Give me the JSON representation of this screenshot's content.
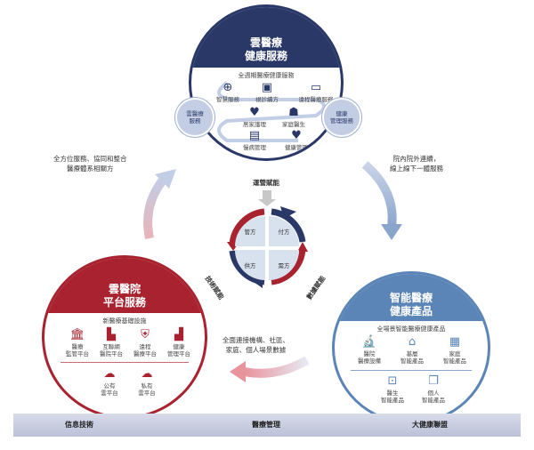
{
  "top": {
    "title": [
      "雲醫療",
      "健康服務"
    ],
    "subtitle": "全週期醫療健康服務",
    "items": [
      {
        "label": "智慧服務",
        "icon": "medical-cross-icon"
      },
      {
        "label": "視診續方",
        "icon": "prescription-icon"
      },
      {
        "label": "遠程醫療服務",
        "icon": "monitor-icon"
      },
      {
        "label": "居家護理",
        "icon": "care-hands-icon"
      },
      {
        "label": "家庭醫生",
        "icon": "doctor-icon"
      },
      {
        "label": "慢病管理",
        "icon": "clipboard-icon"
      },
      {
        "label": "健康管理",
        "icon": "heart-icon"
      }
    ],
    "left_badge": [
      "雲醫療",
      "服務"
    ],
    "right_badge": [
      "健康",
      "管理服務"
    ],
    "color": "#2a3868"
  },
  "left": {
    "title": [
      "雲醫院",
      "平台服務"
    ],
    "subtitle": "新醫療基礎設施",
    "items": [
      {
        "label": [
          "醫療",
          "監管平台"
        ],
        "icon": "bank-icon"
      },
      {
        "label": [
          "互聯網",
          "醫院平台"
        ],
        "icon": "building-icon"
      },
      {
        "label": [
          "遠程",
          "醫療平台"
        ],
        "icon": "shield-cross-icon"
      },
      {
        "label": [
          "健康",
          "管理平台"
        ],
        "icon": "bar-chart-icon"
      },
      {
        "label": [
          "公有",
          "雲平台"
        ],
        "icon": "cloud-icon"
      },
      {
        "label": [
          "私有",
          "雲平台"
        ],
        "icon": "lock-cloud-icon"
      }
    ],
    "color": "#a8232f"
  },
  "right": {
    "title": [
      "智能醫療",
      "健康產品"
    ],
    "subtitle": "全場景智能醫療健康產品",
    "items": [
      {
        "label": [
          "醫院",
          "醫療設備"
        ],
        "icon": "microscope-icon"
      },
      {
        "label": [
          "基層",
          "智能產品"
        ],
        "icon": "house-icon"
      },
      {
        "label": [
          "家庭",
          "智能產品"
        ],
        "icon": "device-icon"
      },
      {
        "label": [
          "醫生",
          "智能產品"
        ],
        "icon": "medkit-icon"
      },
      {
        "label": [
          "個人",
          "智能產品"
        ],
        "icon": "windows-icon"
      }
    ],
    "color": "#5b85b6"
  },
  "side_texts": {
    "left": [
      "全方位服務、協同和整合",
      "醫療體系相關方"
    ],
    "right": [
      "院內院外連續，",
      "線上線下一體服務"
    ],
    "bottom": [
      "全面連接機構、社區、",
      "家庭、個人場景數據"
    ]
  },
  "center": {
    "quadrants": [
      "管方",
      "付方",
      "供方",
      "需方"
    ],
    "enablers": {
      "top": "運營賦能",
      "left": "技術賦能",
      "right": "數據賦能"
    }
  },
  "bottom_bar": [
    "信息技術",
    "醫療管理",
    "大健康聯盟"
  ]
}
